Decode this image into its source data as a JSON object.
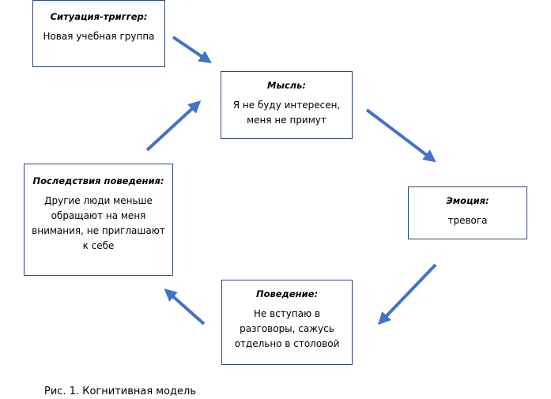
{
  "boxes": {
    "trigger": {
      "title": "Ситуация-триггер:",
      "text": "Новая учебная группа"
    },
    "thought": {
      "title": "Мысль:",
      "text": "Я не буду интересен,\nменя не примут"
    },
    "emotion": {
      "title": "Эмоция:",
      "text": "тревога"
    },
    "behavior": {
      "title": "Поведение:",
      "text": "Не вступаю в\nразговоры, сажусь\nотдельно в столовой"
    },
    "consequence": {
      "title": "Последствия поведения:",
      "text": "Другие люди меньше\nобращают на меня\nвнимания, не приглашают\nк себе"
    }
  },
  "caption": "Рис. 1. Когнитивная модель",
  "colors": {
    "arrow": "#4472c4",
    "box_border": "#33476b"
  }
}
